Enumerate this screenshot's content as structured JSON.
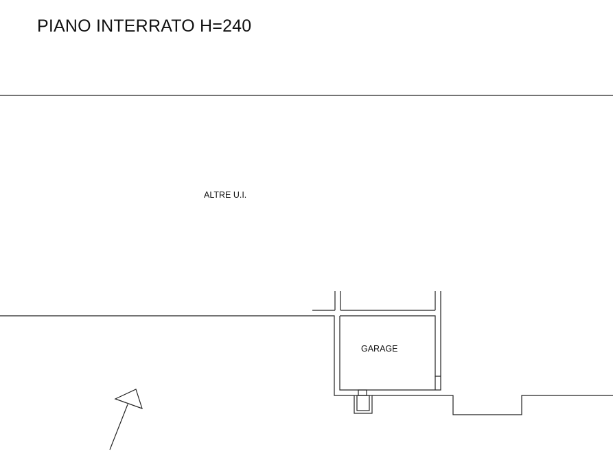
{
  "drawing": {
    "title": "PIANO INTERRATO H=240",
    "rooms": [
      {
        "label": "ALTRE U.I."
      },
      {
        "label": "GARAGE"
      }
    ]
  }
}
